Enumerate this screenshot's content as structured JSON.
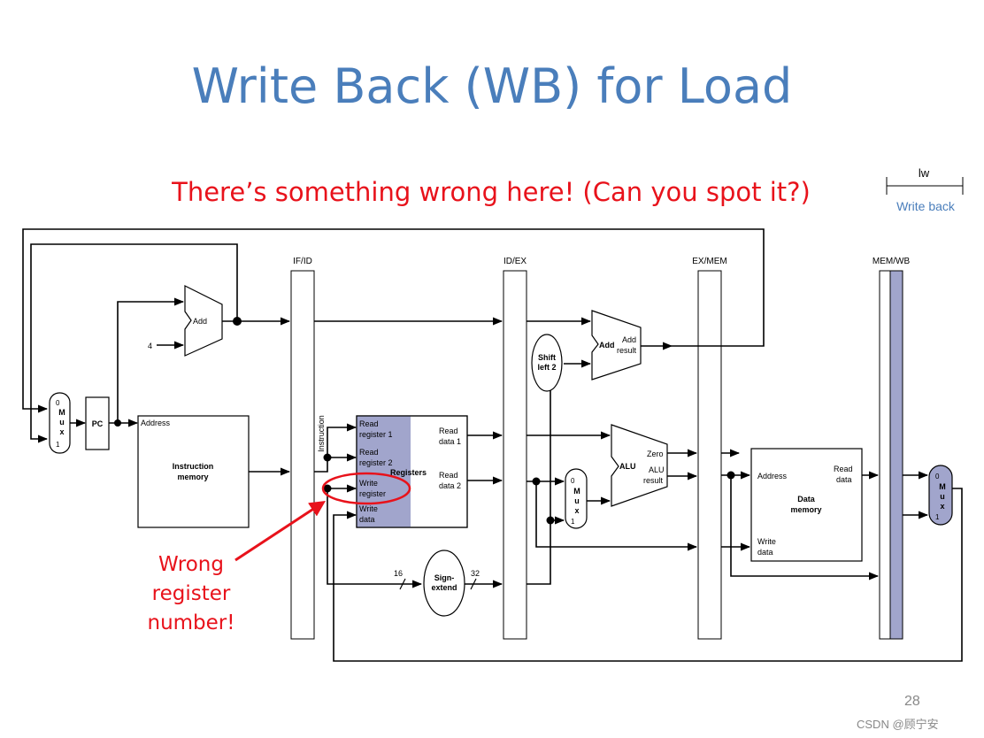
{
  "slide": {
    "title": "Write Back (WB) for Load",
    "subtitle": "There’s something wrong here! (Can you spot it?)",
    "annotation": "Wrong\nregister\nnumber!",
    "page_number": "28",
    "watermark": "CSDN @顾宁安"
  },
  "stage_key": {
    "instruction": "lw",
    "stage": "Write back"
  },
  "pipeline_registers": [
    "IF/ID",
    "ID/EX",
    "EX/MEM",
    "MEM/WB"
  ],
  "components": {
    "pc": "PC",
    "mux": {
      "m": "M",
      "u": "u",
      "x": "x",
      "in0": "0",
      "in1": "1"
    },
    "add_pc": "Add",
    "const_four": "4",
    "instruction_memory": {
      "address": "Address",
      "line1": "Instruction",
      "line2": "memory"
    },
    "instruction_label": "Instruction",
    "registers": {
      "read_register_1_a": "Read",
      "read_register_1_b": "register 1",
      "read_register_2_a": "Read",
      "read_register_2_b": "register 2",
      "write_register_a": "Write",
      "write_register_b": "register",
      "write_data_a": "Write",
      "write_data_b": "data",
      "title": "Registers",
      "read_data_1_a": "Read",
      "read_data_1_b": "data 1",
      "read_data_2_a": "Read",
      "read_data_2_b": "data 2"
    },
    "shift_left": {
      "line1": "Shift",
      "line2": "left 2"
    },
    "add_branch": {
      "label": "Add",
      "result_a": "Add",
      "result_b": "result"
    },
    "alu": {
      "label": "ALU",
      "zero": "Zero",
      "result_a": "ALU",
      "result_b": "result"
    },
    "sign_extend": {
      "line1": "Sign-",
      "line2": "extend",
      "in_width": "16",
      "out_width": "32"
    },
    "data_memory": {
      "address": "Address",
      "read_data_a": "Read",
      "read_data_b": "data",
      "write_data_a": "Write",
      "write_data_b": "data",
      "line1": "Data",
      "line2": "memory"
    }
  },
  "colors": {
    "title": "#4a7ebb",
    "warning": "#e8121b",
    "highlight": "#a1a5cc",
    "line": "#000000"
  }
}
